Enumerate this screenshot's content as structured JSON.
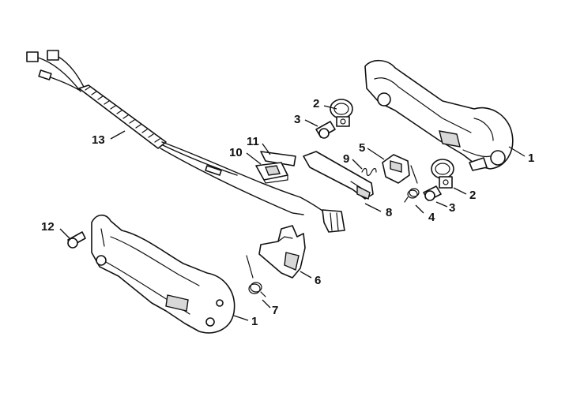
{
  "callouts": {
    "c1_top": "1",
    "c2_top": "2",
    "c3_top": "3",
    "c5": "5",
    "c9": "9",
    "c11": "11",
    "c10": "10",
    "c13": "13",
    "c2_mid": "2",
    "c3_mid": "3",
    "c4": "4",
    "c8": "8",
    "c12": "12",
    "c6": "6",
    "c7": "7",
    "c1_bottom": "1"
  }
}
